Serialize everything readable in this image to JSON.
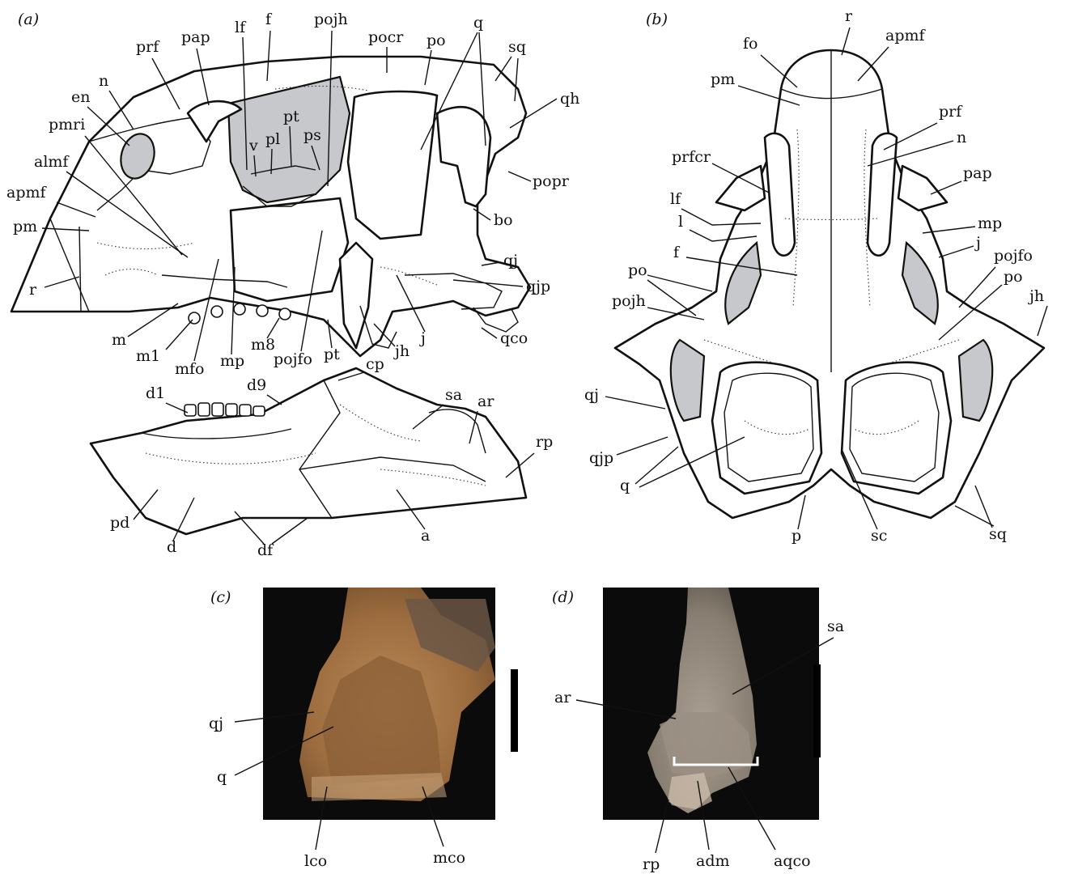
{
  "panels": {
    "a": {
      "letter": "(a)",
      "labels": {
        "pocr": "pocr",
        "f": "f",
        "pojh": "pojh",
        "lf": "lf",
        "po": "po",
        "q": "q",
        "sq": "sq",
        "prf": "prf",
        "pap": "pap",
        "n": "n",
        "qh": "qh",
        "en": "en",
        "pt": "pt",
        "pmri": "pmri",
        "v": "v",
        "pl": "pl",
        "ps": "ps",
        "popr": "popr",
        "almf": "almf",
        "bo": "bo",
        "apmf": "apmf",
        "pm": "pm",
        "qj": "qj",
        "qjp": "qjp",
        "r": "r",
        "m": "m",
        "qco": "qco",
        "m1": "m1",
        "m8": "m8",
        "jh": "jh",
        "j": "j",
        "mfo": "mfo",
        "mp": "mp",
        "pojfo": "pojfo",
        "pt2": "pt",
        "cp": "cp",
        "d9": "d9",
        "d1": "d1",
        "sa": "sa",
        "ar": "ar",
        "rp": "rp",
        "pd": "pd",
        "d": "d",
        "df": "df",
        "a": "a"
      }
    },
    "b": {
      "letter": "(b)",
      "labels": {
        "r": "r",
        "apmf": "apmf",
        "fo": "fo",
        "pm": "pm",
        "prf": "prf",
        "qh_none": "",
        "n": "n",
        "prfcr": "prfcr",
        "pap": "pap",
        "lf": "lf",
        "mp": "mp",
        "l": "l",
        "j": "j",
        "f": "f",
        "pojfo": "pojfo",
        "po_l": "po",
        "po_r": "po",
        "pojh": "pojh",
        "jh": "jh",
        "qj": "qj",
        "qjp": "qjp",
        "q": "q",
        "p": "p",
        "sc": "sc",
        "sq": "sq"
      }
    },
    "c": {
      "letter": "(c)",
      "labels": {
        "qj": "qj",
        "q": "q",
        "lco": "lco",
        "mco": "mco"
      }
    },
    "d": {
      "letter": "(d)",
      "labels": {
        "sa": "sa",
        "ar": "ar",
        "rp": "rp",
        "adm": "adm",
        "aqco": "aqco"
      }
    }
  },
  "colors": {
    "cavity": "#c7c8cc",
    "photo_bg": "#0b0b0b",
    "bone_photo": "#a9794a",
    "line": "#111111"
  }
}
